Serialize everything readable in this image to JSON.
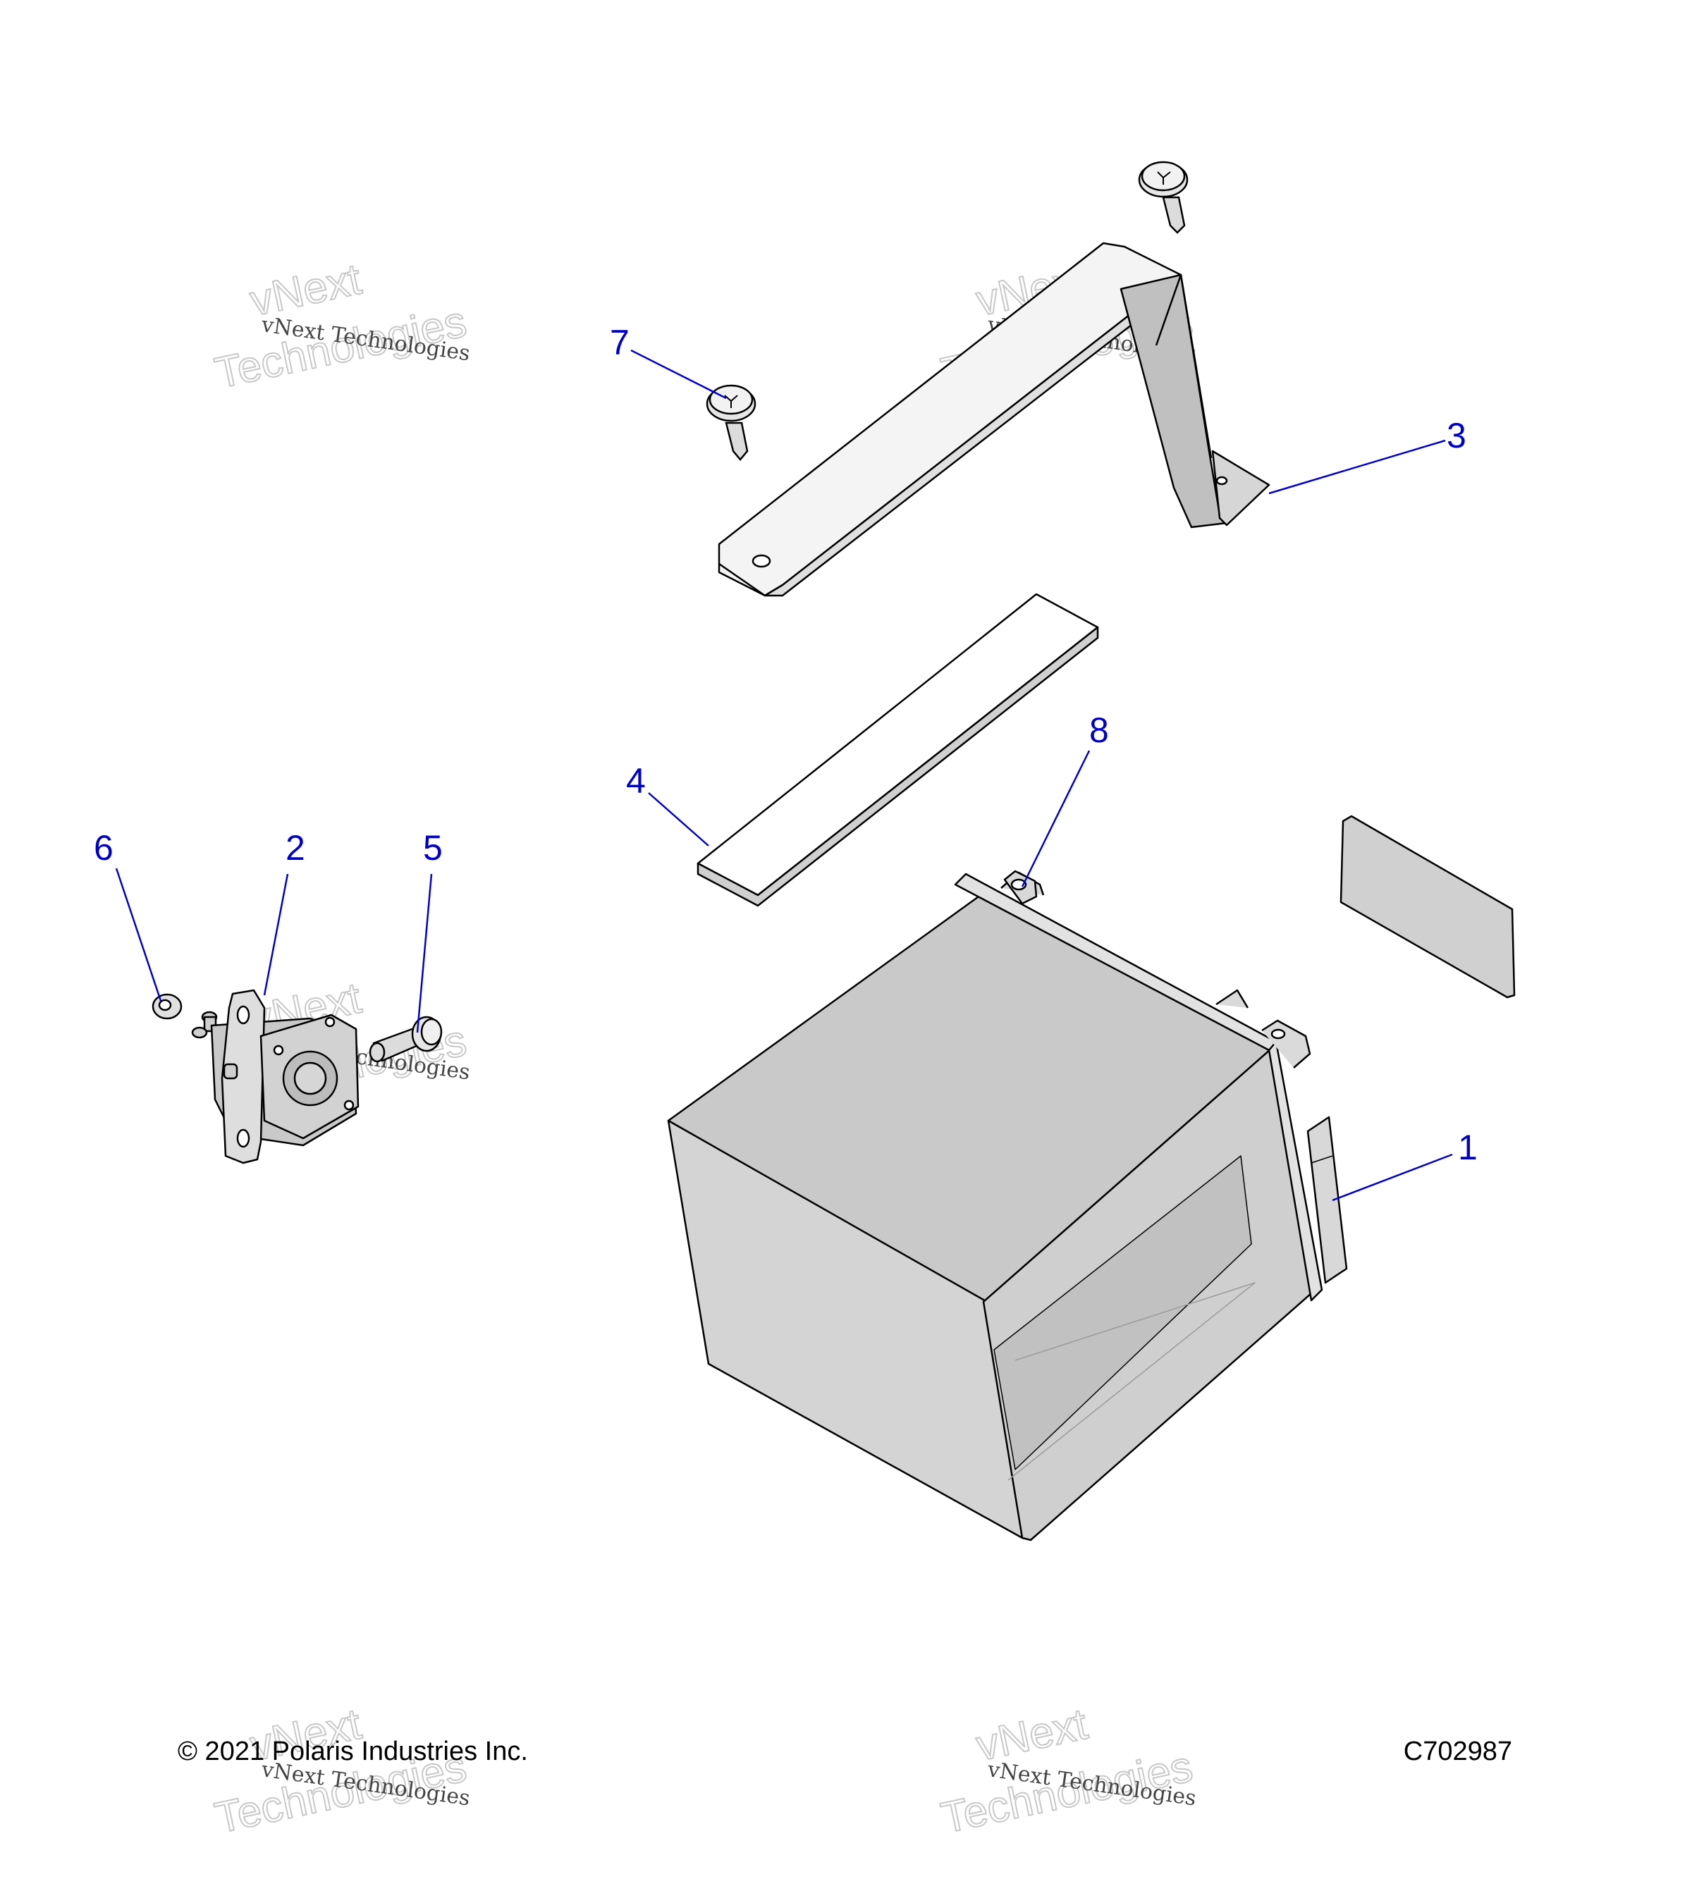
{
  "colors": {
    "callout": "#0000cc",
    "part_fill": "#d2d2d2",
    "part_fill_dark": "#bdbdbd",
    "outline": "#000000"
  },
  "callouts": [
    {
      "label": "1",
      "part": "battery"
    },
    {
      "label": "2",
      "part": "solenoid-bracket"
    },
    {
      "label": "3",
      "part": "hold-down-strap"
    },
    {
      "label": "4",
      "part": "rubber-pad"
    },
    {
      "label": "5",
      "part": "bolt"
    },
    {
      "label": "6",
      "part": "nut"
    },
    {
      "label": "7",
      "part": "screw"
    },
    {
      "label": "8",
      "part": "battery-terminal-screw"
    }
  ],
  "footer": {
    "copyright": "© 2021 Polaris Industries Inc.",
    "code": "C702987"
  },
  "watermark": {
    "line_small": "vNext Technologies",
    "line_big_1": "vNext",
    "line_big_2": "Technologies"
  }
}
